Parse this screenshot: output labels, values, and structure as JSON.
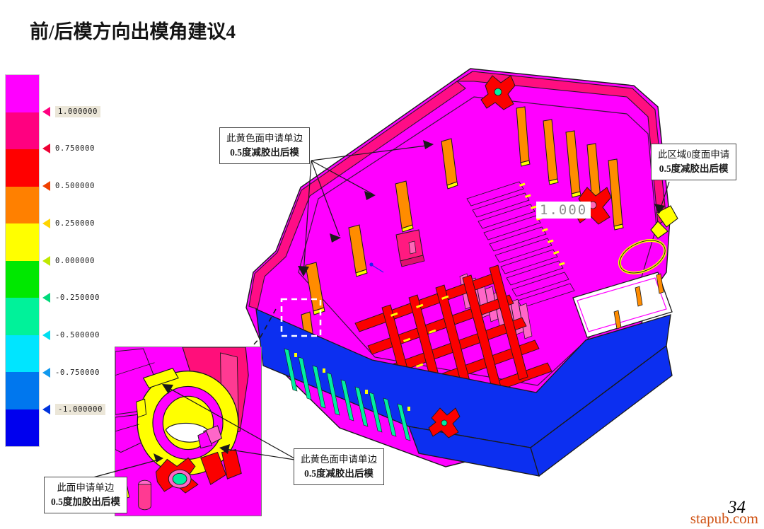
{
  "slide": {
    "title": "前/后模方向出模角建议4",
    "page_number": "34",
    "watermark": "stapub.com"
  },
  "legend": {
    "name": "draft-angle-color-scale",
    "bands": [
      {
        "color": "#ff00ff",
        "label": "1.000000"
      },
      {
        "color": "#ff0080",
        "label": "0.750000"
      },
      {
        "color": "#ff0000",
        "label": "0.500000"
      },
      {
        "color": "#ff8000",
        "label": "0.250000"
      },
      {
        "color": "#ffff00",
        "label": "0.000000"
      },
      {
        "color": "#00e800",
        "label": "-0.250000"
      },
      {
        "color": "#00f29a",
        "label": "-0.500000"
      },
      {
        "color": "#00e5ff",
        "label": "-0.750000"
      },
      {
        "color": "#0077ee",
        "label": "-1.000000"
      },
      {
        "color": "#0000ee",
        "label": ""
      }
    ],
    "markers": [
      {
        "value": "1.000000",
        "arrow_color": "#ff0080",
        "highlight": true
      },
      {
        "value": "0.750000",
        "arrow_color": "#ee0033",
        "highlight": false
      },
      {
        "value": "0.500000",
        "arrow_color": "#f04000",
        "highlight": false
      },
      {
        "value": "0.250000",
        "arrow_color": "#ffd400",
        "highlight": false
      },
      {
        "value": "0.000000",
        "arrow_color": "#bfe800",
        "highlight": false
      },
      {
        "value": "-0.250000",
        "arrow_color": "#00d97a",
        "highlight": false
      },
      {
        "value": "-0.500000",
        "arrow_color": "#00dff0",
        "highlight": false
      },
      {
        "value": "-0.750000",
        "arrow_color": "#1199ee",
        "highlight": false
      },
      {
        "value": "-1.000000",
        "arrow_color": "#0033dd",
        "highlight": true
      }
    ]
  },
  "model": {
    "value_label": "1.000",
    "selection_box_name": "detail-selection-box"
  },
  "callouts": [
    {
      "id": "callout-top-left",
      "line1": "此黄色面申请单边",
      "line2": "0.5度减胶出后模"
    },
    {
      "id": "callout-top-right",
      "line1": "此区域0度面申请",
      "line2": "0.5度减胶出后模"
    },
    {
      "id": "callout-bottom-right",
      "line1": "此黄色面申请单边",
      "line2": "0.5度减胶出后模"
    },
    {
      "id": "callout-bottom-left",
      "line1": "此面申请单边",
      "line2": "0.5度加胶出后模"
    }
  ],
  "colors": {
    "magenta": "#ff00ff",
    "pink": "#ff0f7a",
    "red": "#fb0000",
    "orange": "#ff8c00",
    "yellow": "#ffff00",
    "green": "#00e400",
    "teal": "#00efa0",
    "cyan": "#00e5ff",
    "blue": "#0c2ff0",
    "outline": "#1a1a1a",
    "callout_border": "#4a4a4a"
  }
}
